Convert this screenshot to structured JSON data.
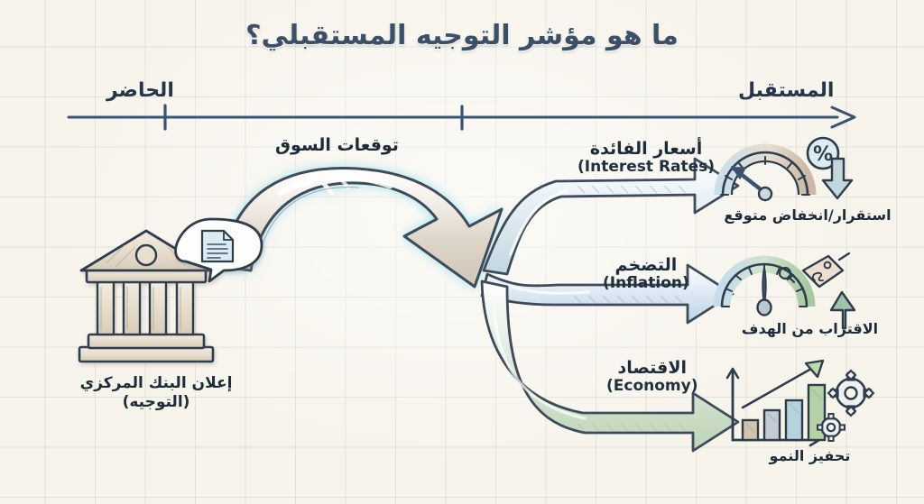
{
  "page": {
    "title": "ما هو مؤشر التوجيه المستقبلي؟",
    "background_color": "#f7f4ec",
    "grid_color": "#b2baaa",
    "ink_color": "#2b3a4a"
  },
  "timeline": {
    "present_label": "الحاضر",
    "future_label": "المستقبل",
    "tick_count": 2,
    "arrow_direction": "right"
  },
  "source": {
    "icon": "bank-building-icon",
    "bubble_icon": "document-icon",
    "caption_line1": "إعلان البنك المركزي",
    "caption_line2": "(التوجيه)"
  },
  "main_flow": {
    "label": "توقعات السوق",
    "color": "#ded6cb",
    "glow_color": "#7fd7ef"
  },
  "branches": [
    {
      "id": "interest-rates",
      "label_ar": "أسعار الفائدة",
      "label_en": "(Interest Rates)",
      "color": "#cfe0e8",
      "outcome": "استقرار/انخفاض متوقع",
      "icon": "gauge-down-icon",
      "badge": "%",
      "trend_arrow": "down",
      "trend_color": "#b9cdd6",
      "needle_direction": "left"
    },
    {
      "id": "inflation",
      "label_ar": "التضخم",
      "label_en": "(Inflation)",
      "color": "#cfe2ee",
      "outcome": "الاقتراب من الهدف",
      "icon": "gauge-target-icon",
      "badge": "price-tag-icon",
      "trend_arrow": "up",
      "trend_color": "#9dc4a8",
      "needle_direction": "up"
    },
    {
      "id": "economy",
      "label_ar": "الاقتصاد",
      "label_en": "(Economy)",
      "color": "#cfe0c6",
      "outcome": "تحفيز النمو",
      "icon": "bar-chart-growth-icon",
      "badge": "gears-icon",
      "trend_arrow": "up",
      "trend_color": "#a9c9a4",
      "bars": [
        1,
        2,
        3,
        4
      ]
    }
  ]
}
